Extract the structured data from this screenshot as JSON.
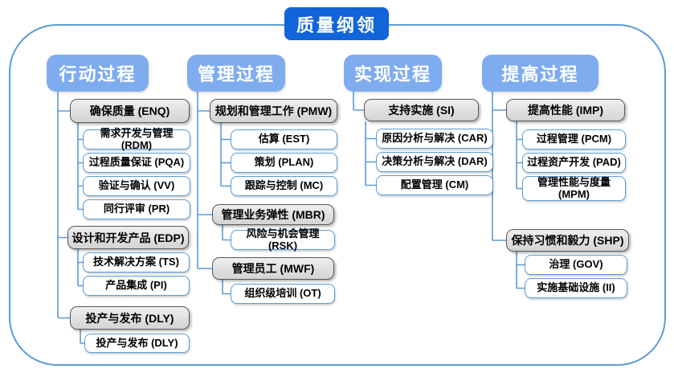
{
  "title": "质量纲领",
  "colors": {
    "title_bg": "#1164D9",
    "header_bg": "#7FACEE",
    "gray_node_fill": "#D9D9D9",
    "gray_node_border": "#595959",
    "leaf_node_border": "#5B9BD5",
    "connector_line": "#5B9BD5",
    "frame_border": "#5B9BD5"
  },
  "columns": [
    {
      "header": "行动过程",
      "groups": [
        {
          "label": "确保质量 (ENQ)",
          "children": [
            "需求开发与管理 (RDM)",
            "过程质量保证 (PQA)",
            "验证与确认 (VV)",
            "同行评审 (PR)"
          ]
        },
        {
          "label": "设计和开发产品 (EDP)",
          "children": [
            "技术解决方案 (TS)",
            "产品集成 (PI)"
          ]
        },
        {
          "label": "投产与发布 (DLY)",
          "children": [
            "投产与发布 (DLY)"
          ]
        }
      ]
    },
    {
      "header": "管理过程",
      "groups": [
        {
          "label": "规划和管理工作 (PMW)",
          "children": [
            "估算 (EST)",
            "策划 (PLAN)",
            "跟踪与控制 (MC)"
          ]
        },
        {
          "label": "管理业务弹性 (MBR)",
          "children": [
            "风险与机会管理 (RSK)"
          ]
        },
        {
          "label": "管理员工 (MWF)",
          "children": [
            "组织级培训 (OT)"
          ]
        }
      ]
    },
    {
      "header": "实现过程",
      "groups": [
        {
          "label": "支持实施 (SI)",
          "children": [
            "原因分析与解决 (CAR)",
            "决策分析与解决 (DAR)",
            "配置管理 (CM)"
          ]
        }
      ]
    },
    {
      "header": "提高过程",
      "groups": [
        {
          "label": "提高性能 (IMP)",
          "children": [
            "过程管理 (PCM)",
            "过程资产开发 (PAD)",
            "管理性能与度量 (MPM)"
          ]
        },
        {
          "label": "保持习惯和毅力 (SHP)",
          "children": [
            "治理 (GOV)",
            "实施基础设施 (II)"
          ]
        }
      ]
    }
  ]
}
